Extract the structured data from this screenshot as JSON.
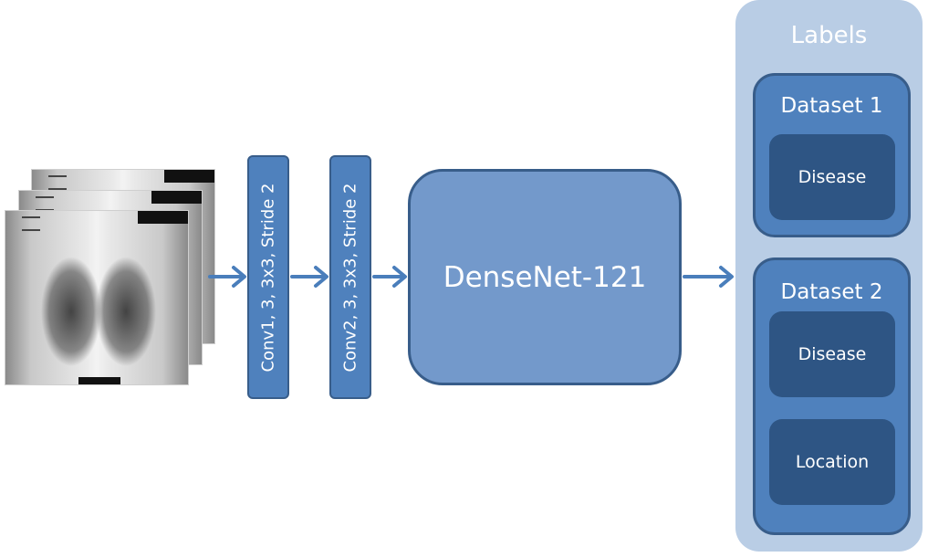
{
  "conv_layers": [
    {
      "label": "Conv1, 3, 3x3, Stride 2"
    },
    {
      "label": "Conv2, 3, 3x3, Stride 2"
    }
  ],
  "backbone": {
    "label": "DenseNet-121"
  },
  "labels_panel": {
    "title": "Labels",
    "datasets": [
      {
        "title": "Dataset 1",
        "items": [
          "Disease"
        ]
      },
      {
        "title": "Dataset 2",
        "items": [
          "Disease",
          "Location"
        ]
      }
    ]
  },
  "colors": {
    "block_blue": "#4f81bd",
    "block_border": "#385d8a",
    "densenet_fill": "#7399cb",
    "panel_fill": "#b9cde5",
    "label_box_fill": "#2e5584",
    "arrow": "#4a7ebb"
  }
}
